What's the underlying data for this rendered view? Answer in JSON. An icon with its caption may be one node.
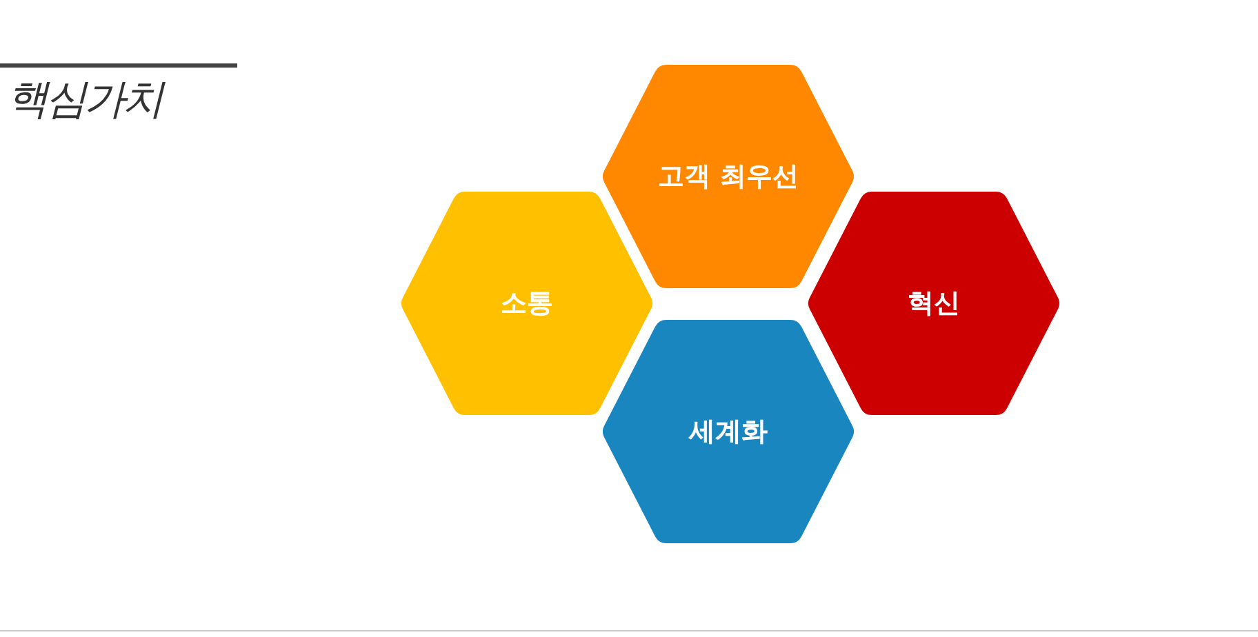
{
  "diagram": {
    "title": "핵심가치",
    "nodes": [
      {
        "text": [
          "고객 최우선"
        ]
      },
      {
        "text": [
          "소통"
        ]
      },
      {
        "text": [
          "혁신"
        ]
      },
      {
        "text": [
          "세계화"
        ]
      }
    ]
  }
}
